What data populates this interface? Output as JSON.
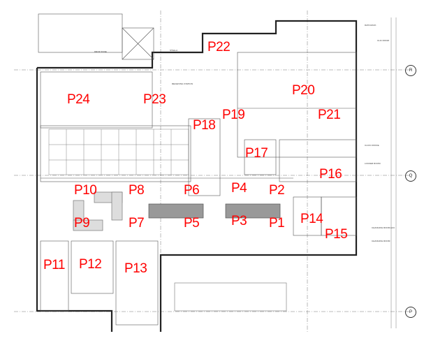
{
  "plan": {
    "room_tags": [
      "P1",
      "P2",
      "P3",
      "P4",
      "P5",
      "P6",
      "P7",
      "P8",
      "P9",
      "P10",
      "P11",
      "P12",
      "P13",
      "P14",
      "P15",
      "P16",
      "P17",
      "P18",
      "P19",
      "P20",
      "P21",
      "P22",
      "P23",
      "P24"
    ],
    "notes": {
      "drop_zone": "DROP ZONE",
      "stella": "STELLA",
      "receiving_station": "RECEIVING STATION",
      "clic_room": "CLIC ROOM",
      "data_rack": "DATA RACK",
      "click_office": "CLICK OFFICE",
      "locker_room": "LOCKER ROOM",
      "changing_room_acc": "CHANGING ROOM ACC",
      "changing_room": "CHANGING ROOM"
    },
    "grid_lines": [
      "R",
      "Q",
      "P"
    ],
    "label_color": "#ff0000"
  }
}
